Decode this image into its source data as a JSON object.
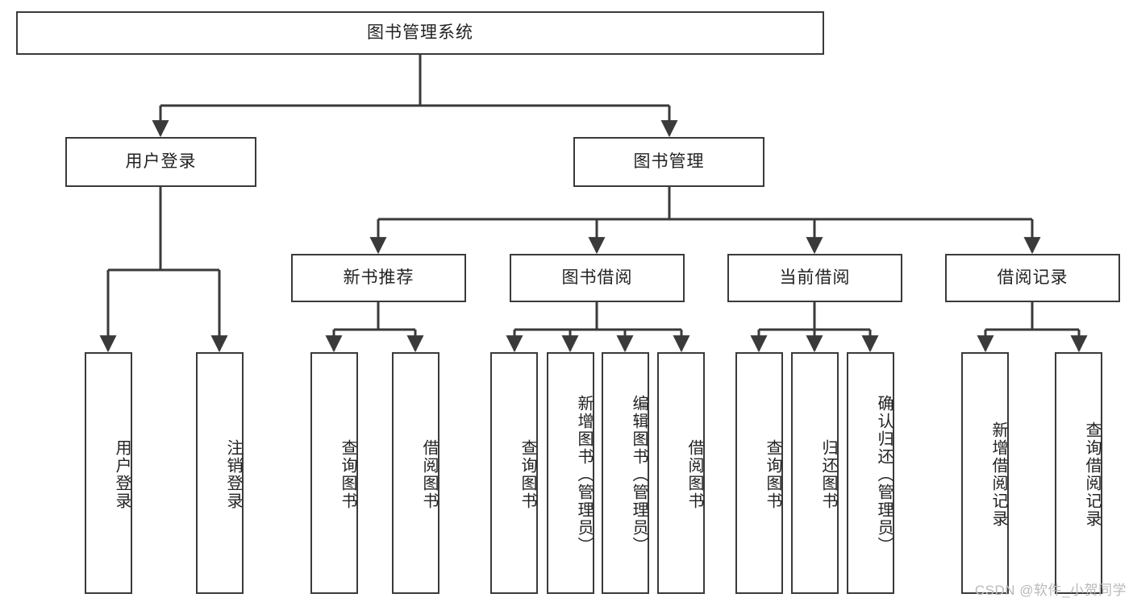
{
  "diagram": {
    "title": "图书管理系统",
    "type": "hierarchy-tree",
    "root": {
      "id": "root",
      "label": "图书管理系统"
    },
    "level2": [
      {
        "id": "user-login",
        "label": "用户登录"
      },
      {
        "id": "book-manage",
        "label": "图书管理"
      }
    ],
    "level3": [
      {
        "id": "new-book-rec",
        "label": "新书推荐"
      },
      {
        "id": "book-borrow",
        "label": "图书借阅"
      },
      {
        "id": "current-borrow",
        "label": "当前借阅"
      },
      {
        "id": "borrow-record",
        "label": "借阅记录"
      }
    ],
    "leaves": {
      "user_login": [
        {
          "id": "leaf-user-login",
          "label": "用户登录"
        },
        {
          "id": "leaf-logout",
          "label": "注销登录"
        }
      ],
      "new_book_rec": [
        {
          "id": "leaf-query-book-1",
          "label": "查询图书"
        },
        {
          "id": "leaf-borrow-book-1",
          "label": "借阅图书"
        }
      ],
      "book_borrow": [
        {
          "id": "leaf-query-book-2",
          "label": "查询图书"
        },
        {
          "id": "leaf-add-book",
          "label": "新增图书（管理员）"
        },
        {
          "id": "leaf-edit-book",
          "label": "编辑图书（管理员）"
        },
        {
          "id": "leaf-borrow-book-2",
          "label": "借阅图书"
        }
      ],
      "current_borrow": [
        {
          "id": "leaf-query-book-3",
          "label": "查询图书"
        },
        {
          "id": "leaf-return-book",
          "label": "归还图书"
        },
        {
          "id": "leaf-confirm-return",
          "label": "确认归还（管理员）"
        }
      ],
      "borrow_record": [
        {
          "id": "leaf-add-record",
          "label": "新增借阅记录"
        },
        {
          "id": "leaf-query-record",
          "label": "查询借阅记录"
        }
      ]
    },
    "colors": {
      "stroke": "#3a3a3a",
      "fill": "#ffffff",
      "text": "#222222",
      "watermark": "#b9b9b9"
    }
  },
  "watermark": {
    "text": "CSDN @软件_小贺同学"
  }
}
